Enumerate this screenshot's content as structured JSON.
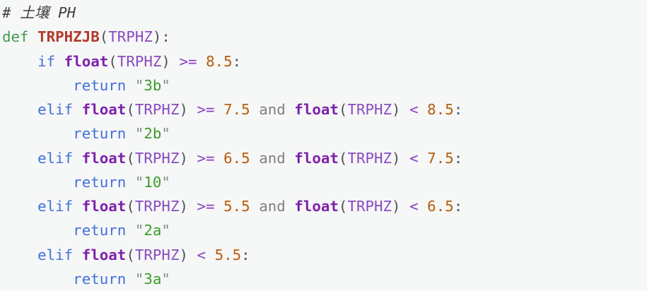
{
  "meta": {
    "content_kind": "python-code-snippet",
    "background_color": "#f6f7f7",
    "default_text_color": "#333333"
  },
  "palette": {
    "comment": "#3f3f3f",
    "keyword": "#4270dc",
    "defKeyword": "#3f9e4d",
    "functionName": "#b13a29",
    "builtin": "#7d21ad",
    "variable": "#8a4bbf",
    "operator": "#8a3fc0",
    "number": "#b85c0a",
    "wordOperator": "#7f7f7f",
    "string": "#3f9a2a",
    "stringQuote": "#848a84",
    "punctuation": "#52525c",
    "plain": "#333333"
  },
  "code": {
    "language": "python",
    "plain_text": "# 土壤 PH\ndef TRPHZJB(TRPHZ):\n    if float(TRPHZ) >= 8.5:\n        return \"3b\"\n    elif float(TRPHZ) >= 7.5 and float(TRPHZ) < 8.5:\n        return \"2b\"\n    elif float(TRPHZ) >= 6.5 and float(TRPHZ) < 7.5:\n        return \"10\"\n    elif float(TRPHZ) >= 5.5 and float(TRPHZ) < 6.5:\n        return \"2a\"\n    elif float(TRPHZ) < 5.5:\n        return \"3a\"",
    "lines": [
      {
        "tokens": [
          {
            "t": "# 土壤 PH",
            "s": "comment"
          }
        ]
      },
      {
        "tokens": [
          {
            "t": "def",
            "s": "defKeyword"
          },
          {
            "t": " ",
            "s": "plain"
          },
          {
            "t": "TRPHZJB",
            "s": "functionName"
          },
          {
            "t": "(",
            "s": "punctuation"
          },
          {
            "t": "TRPHZ",
            "s": "variable"
          },
          {
            "t": "):",
            "s": "punctuation"
          }
        ]
      },
      {
        "tokens": [
          {
            "t": "    ",
            "s": "plain"
          },
          {
            "t": "if",
            "s": "keyword"
          },
          {
            "t": " ",
            "s": "plain"
          },
          {
            "t": "float",
            "s": "builtin"
          },
          {
            "t": "(",
            "s": "punctuation"
          },
          {
            "t": "TRPHZ",
            "s": "variable"
          },
          {
            "t": ")",
            "s": "punctuation"
          },
          {
            "t": " ",
            "s": "plain"
          },
          {
            "t": ">=",
            "s": "operator"
          },
          {
            "t": " ",
            "s": "plain"
          },
          {
            "t": "8.5",
            "s": "number"
          },
          {
            "t": ":",
            "s": "punctuation"
          }
        ]
      },
      {
        "tokens": [
          {
            "t": "        ",
            "s": "plain"
          },
          {
            "t": "return",
            "s": "keyword"
          },
          {
            "t": " ",
            "s": "plain"
          },
          {
            "t": "\"",
            "s": "stringQuote"
          },
          {
            "t": "3b",
            "s": "string"
          },
          {
            "t": "\"",
            "s": "stringQuote"
          }
        ]
      },
      {
        "tokens": [
          {
            "t": "    ",
            "s": "plain"
          },
          {
            "t": "elif",
            "s": "keyword"
          },
          {
            "t": " ",
            "s": "plain"
          },
          {
            "t": "float",
            "s": "builtin"
          },
          {
            "t": "(",
            "s": "punctuation"
          },
          {
            "t": "TRPHZ",
            "s": "variable"
          },
          {
            "t": ")",
            "s": "punctuation"
          },
          {
            "t": " ",
            "s": "plain"
          },
          {
            "t": ">=",
            "s": "operator"
          },
          {
            "t": " ",
            "s": "plain"
          },
          {
            "t": "7.5",
            "s": "number"
          },
          {
            "t": " ",
            "s": "plain"
          },
          {
            "t": "and",
            "s": "wordOperator"
          },
          {
            "t": " ",
            "s": "plain"
          },
          {
            "t": "float",
            "s": "builtin"
          },
          {
            "t": "(",
            "s": "punctuation"
          },
          {
            "t": "TRPHZ",
            "s": "variable"
          },
          {
            "t": ")",
            "s": "punctuation"
          },
          {
            "t": " ",
            "s": "plain"
          },
          {
            "t": "<",
            "s": "operator"
          },
          {
            "t": " ",
            "s": "plain"
          },
          {
            "t": "8.5",
            "s": "number"
          },
          {
            "t": ":",
            "s": "punctuation"
          }
        ]
      },
      {
        "tokens": [
          {
            "t": "        ",
            "s": "plain"
          },
          {
            "t": "return",
            "s": "keyword"
          },
          {
            "t": " ",
            "s": "plain"
          },
          {
            "t": "\"",
            "s": "stringQuote"
          },
          {
            "t": "2b",
            "s": "string"
          },
          {
            "t": "\"",
            "s": "stringQuote"
          }
        ]
      },
      {
        "tokens": [
          {
            "t": "    ",
            "s": "plain"
          },
          {
            "t": "elif",
            "s": "keyword"
          },
          {
            "t": " ",
            "s": "plain"
          },
          {
            "t": "float",
            "s": "builtin"
          },
          {
            "t": "(",
            "s": "punctuation"
          },
          {
            "t": "TRPHZ",
            "s": "variable"
          },
          {
            "t": ")",
            "s": "punctuation"
          },
          {
            "t": " ",
            "s": "plain"
          },
          {
            "t": ">=",
            "s": "operator"
          },
          {
            "t": " ",
            "s": "plain"
          },
          {
            "t": "6.5",
            "s": "number"
          },
          {
            "t": " ",
            "s": "plain"
          },
          {
            "t": "and",
            "s": "wordOperator"
          },
          {
            "t": " ",
            "s": "plain"
          },
          {
            "t": "float",
            "s": "builtin"
          },
          {
            "t": "(",
            "s": "punctuation"
          },
          {
            "t": "TRPHZ",
            "s": "variable"
          },
          {
            "t": ")",
            "s": "punctuation"
          },
          {
            "t": " ",
            "s": "plain"
          },
          {
            "t": "<",
            "s": "operator"
          },
          {
            "t": " ",
            "s": "plain"
          },
          {
            "t": "7.5",
            "s": "number"
          },
          {
            "t": ":",
            "s": "punctuation"
          }
        ]
      },
      {
        "tokens": [
          {
            "t": "        ",
            "s": "plain"
          },
          {
            "t": "return",
            "s": "keyword"
          },
          {
            "t": " ",
            "s": "plain"
          },
          {
            "t": "\"",
            "s": "stringQuote"
          },
          {
            "t": "10",
            "s": "string"
          },
          {
            "t": "\"",
            "s": "stringQuote"
          }
        ]
      },
      {
        "tokens": [
          {
            "t": "    ",
            "s": "plain"
          },
          {
            "t": "elif",
            "s": "keyword"
          },
          {
            "t": " ",
            "s": "plain"
          },
          {
            "t": "float",
            "s": "builtin"
          },
          {
            "t": "(",
            "s": "punctuation"
          },
          {
            "t": "TRPHZ",
            "s": "variable"
          },
          {
            "t": ")",
            "s": "punctuation"
          },
          {
            "t": " ",
            "s": "plain"
          },
          {
            "t": ">=",
            "s": "operator"
          },
          {
            "t": " ",
            "s": "plain"
          },
          {
            "t": "5.5",
            "s": "number"
          },
          {
            "t": " ",
            "s": "plain"
          },
          {
            "t": "and",
            "s": "wordOperator"
          },
          {
            "t": " ",
            "s": "plain"
          },
          {
            "t": "float",
            "s": "builtin"
          },
          {
            "t": "(",
            "s": "punctuation"
          },
          {
            "t": "TRPHZ",
            "s": "variable"
          },
          {
            "t": ")",
            "s": "punctuation"
          },
          {
            "t": " ",
            "s": "plain"
          },
          {
            "t": "<",
            "s": "operator"
          },
          {
            "t": " ",
            "s": "plain"
          },
          {
            "t": "6.5",
            "s": "number"
          },
          {
            "t": ":",
            "s": "punctuation"
          }
        ]
      },
      {
        "tokens": [
          {
            "t": "        ",
            "s": "plain"
          },
          {
            "t": "return",
            "s": "keyword"
          },
          {
            "t": " ",
            "s": "plain"
          },
          {
            "t": "\"",
            "s": "stringQuote"
          },
          {
            "t": "2a",
            "s": "string"
          },
          {
            "t": "\"",
            "s": "stringQuote"
          }
        ]
      },
      {
        "tokens": [
          {
            "t": "    ",
            "s": "plain"
          },
          {
            "t": "elif",
            "s": "keyword"
          },
          {
            "t": " ",
            "s": "plain"
          },
          {
            "t": "float",
            "s": "builtin"
          },
          {
            "t": "(",
            "s": "punctuation"
          },
          {
            "t": "TRPHZ",
            "s": "variable"
          },
          {
            "t": ")",
            "s": "punctuation"
          },
          {
            "t": " ",
            "s": "plain"
          },
          {
            "t": "<",
            "s": "operator"
          },
          {
            "t": " ",
            "s": "plain"
          },
          {
            "t": "5.5",
            "s": "number"
          },
          {
            "t": ":",
            "s": "punctuation"
          }
        ]
      },
      {
        "tokens": [
          {
            "t": "        ",
            "s": "plain"
          },
          {
            "t": "return",
            "s": "keyword"
          },
          {
            "t": " ",
            "s": "plain"
          },
          {
            "t": "\"",
            "s": "stringQuote"
          },
          {
            "t": "3a",
            "s": "string"
          },
          {
            "t": "\"",
            "s": "stringQuote"
          }
        ]
      }
    ]
  }
}
